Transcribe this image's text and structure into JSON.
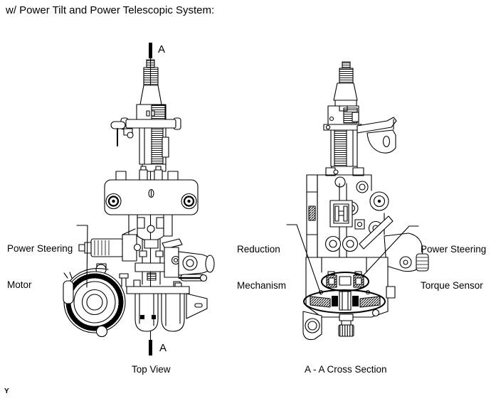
{
  "page": {
    "title": "w/ Power Tilt and Power Telescopic System:",
    "footer_mark": "Y",
    "background_color": "#ffffff",
    "line_color": "#000000"
  },
  "diagram": {
    "section_markers": {
      "top": "A",
      "bottom": "A"
    },
    "labels": {
      "power_steering_motor": {
        "line1": "Power Steering",
        "line2": "Motor"
      },
      "reduction_mechanism": {
        "line1": "Reduction",
        "line2": "Mechanism"
      },
      "power_steering_torque_sensor": {
        "line1": "Power Steering",
        "line2": "Torque Sensor"
      }
    },
    "captions": {
      "top_view": "Top View",
      "cross_section": "A - A Cross Section"
    }
  }
}
